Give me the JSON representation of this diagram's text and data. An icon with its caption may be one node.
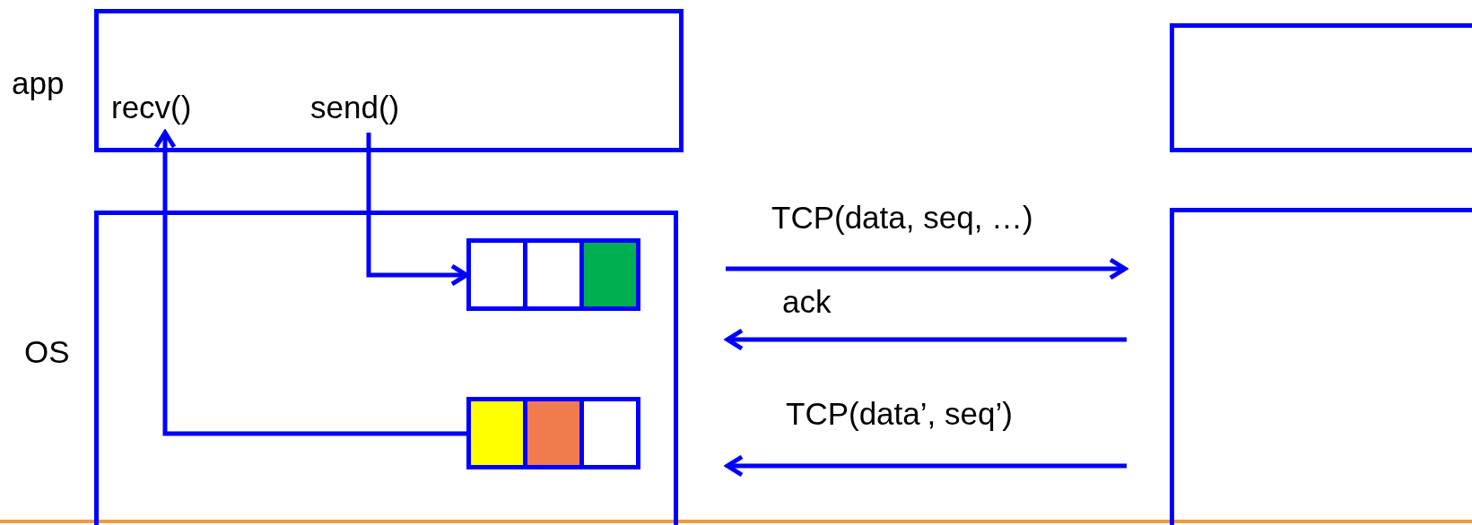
{
  "diagram": {
    "nodes": [
      {
        "text": [],
        "beside": [
          "app"
        ],
        "shape": "box"
      },
      {
        "text": [
          "recv()"
        ],
        "in": 0
      },
      {
        "text": [
          "send()"
        ],
        "in": 0
      },
      {
        "text": [],
        "beside": [
          "OS"
        ],
        "shape": "box"
      },
      {
        "text": [],
        "shape": "box",
        "in": 3
      },
      {
        "text": [],
        "shape": "box",
        "in": 4
      },
      {
        "text": [],
        "shape": "box",
        "in": 4
      },
      {
        "text": [],
        "shape": "box",
        "in": 4
      },
      {
        "text": [],
        "shape": "box",
        "in": 3
      },
      {
        "text": [],
        "shape": "box",
        "in": 8
      },
      {
        "text": [],
        "shape": "box",
        "in": 8
      },
      {
        "text": [],
        "shape": "box",
        "in": 8
      },
      {
        "text": [],
        "shape": "box"
      },
      {
        "text": [],
        "shape": "box"
      }
    ],
    "edges": [
      {
        "from": 2,
        "to": 4,
        "arrow": "to"
      },
      {
        "from": 8,
        "to": 1,
        "arrow": "to"
      },
      {
        "from": 3,
        "to": 13,
        "arrow": "to",
        "label": "TCP(data, seq, …)"
      },
      {
        "from": 13,
        "to": 3,
        "arrow": "to",
        "label": "ack"
      },
      {
        "from": 13,
        "to": 3,
        "arrow": "to",
        "label": "TCP(data’, seq’)"
      }
    ]
  }
}
